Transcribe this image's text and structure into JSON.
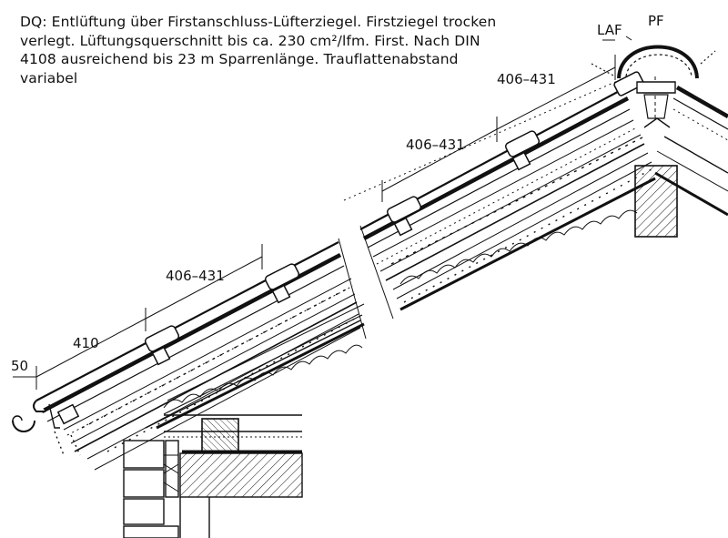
{
  "description": {
    "lines": [
      "DQ: Entlüftung über Firstanschluss-Lüfterziegel. Firstziegel trocken",
      "verlegt. Lüftungsquerschnitt bis ca. 230 cm²/lfm. First. Nach DIN",
      "4108 ausreichend bis 23 m Sparrenlänge. Trauflattenabstand",
      "variabel"
    ]
  },
  "labels": {
    "laf": "LAF",
    "pf": "PF",
    "dim_eave_overhang": "50",
    "dim_first_batten": "410",
    "dim_batten_1": "406–431",
    "dim_batten_2": "406–431",
    "dim_batten_3": "406–431"
  },
  "colors": {
    "line": "#111111",
    "background": "#ffffff"
  }
}
